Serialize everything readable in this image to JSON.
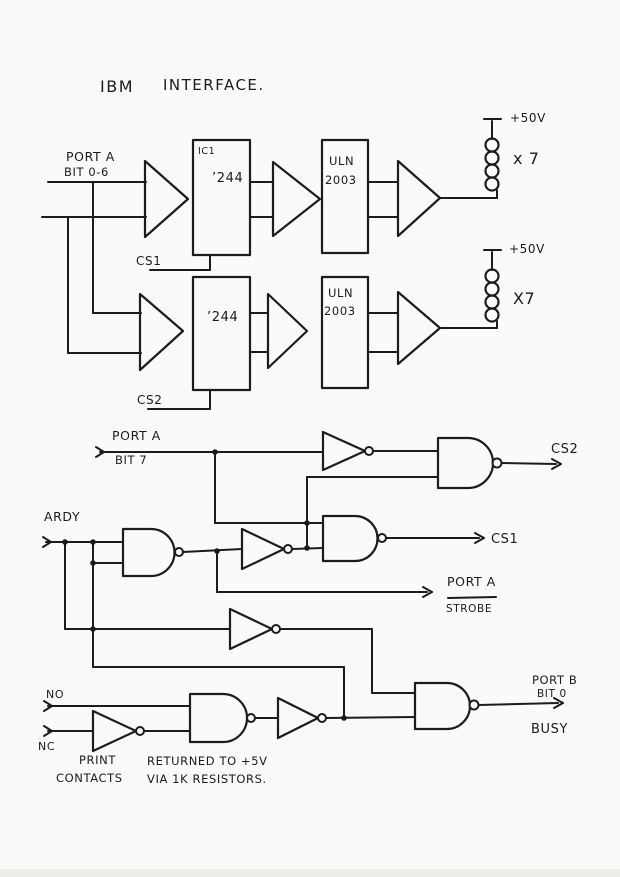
{
  "title": {
    "word1": "IBM",
    "word2": "INTERFACE."
  },
  "labels": {
    "port_a": "PORT A",
    "bit_0_6": "BIT 0-6",
    "ic1": "IC1",
    "chip_244": "’244",
    "uln": "ULN",
    "uln_2003": "2003",
    "plus_50v": "+50V",
    "x7_top": "x 7",
    "x7_bottom": "X7",
    "cs1": "CS1",
    "cs2": "CS2",
    "bit_7": "BIT 7",
    "ardy": "ARDY",
    "strobe": "STROBE",
    "port_b": "PORT B",
    "bit_0": "BIT 0",
    "busy": "BUSY",
    "no": "NO",
    "nc": "NC",
    "print": "PRINT",
    "contacts": "CONTACTS",
    "returned": "RETURNED TO +5V",
    "via": "VIA 1K RESISTORS."
  },
  "colors": {
    "ink": "#1c1c1c",
    "paper": "#fbfaf8"
  }
}
